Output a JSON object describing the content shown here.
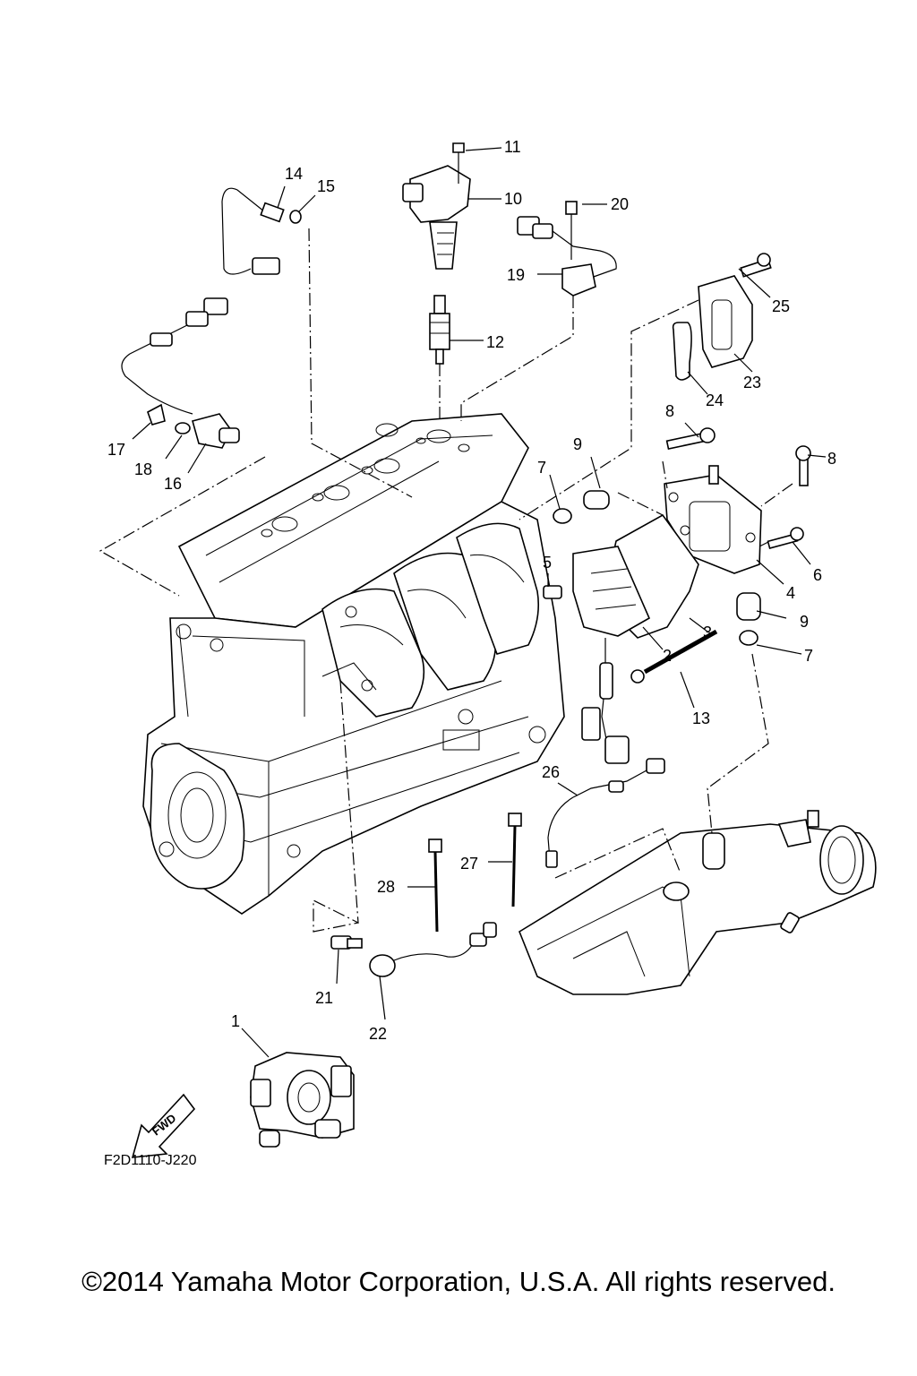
{
  "diagram": {
    "figure_code": "F2D1110-J220",
    "direction_label": "FWD",
    "callouts": [
      "1",
      "2",
      "3",
      "4",
      "5",
      "6",
      "7",
      "7",
      "8",
      "8",
      "9",
      "9",
      "10",
      "11",
      "12",
      "13",
      "14",
      "15",
      "16",
      "17",
      "18",
      "19",
      "20",
      "21",
      "22",
      "23",
      "24",
      "25",
      "26",
      "27",
      "28"
    ]
  },
  "footer": {
    "copyright": "©2014 Yamaha Motor Corporation, U.S.A. All rights reserved."
  }
}
